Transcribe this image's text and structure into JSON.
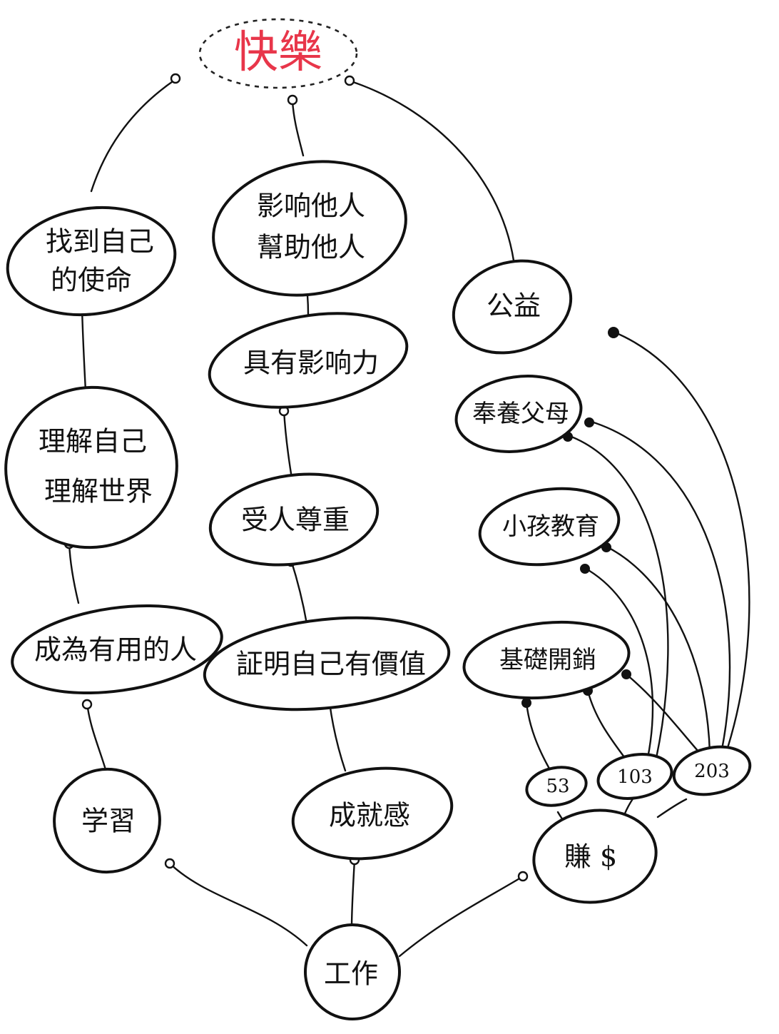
{
  "colors": {
    "ink": "#111111",
    "goal": "#e8364a"
  },
  "goal": {
    "label": "快樂"
  },
  "nodes": {
    "find_self": {
      "line1": "找到自己",
      "line2": "的使命"
    },
    "influence": {
      "line1": "影响他人",
      "line2": "幫助他人"
    },
    "charity": {
      "label": "公益"
    },
    "impact": {
      "label": "具有影响力"
    },
    "parents": {
      "label": "奉養父母"
    },
    "understand": {
      "line1": "理解自己",
      "line2": "理解世界"
    },
    "respected": {
      "label": "受人尊重"
    },
    "kids": {
      "label": "小孩教育"
    },
    "useful": {
      "label": "成為有用的人"
    },
    "prove": {
      "label": "証明自己有價值"
    },
    "basics": {
      "label": "基礎開銷"
    },
    "m53": {
      "label": "53"
    },
    "m103": {
      "label": "103"
    },
    "m203": {
      "label": "203"
    },
    "study": {
      "label": "学習"
    },
    "achieve": {
      "label": "成就感"
    },
    "earn": {
      "label": "賺 $"
    },
    "work": {
      "label": "工作"
    }
  }
}
